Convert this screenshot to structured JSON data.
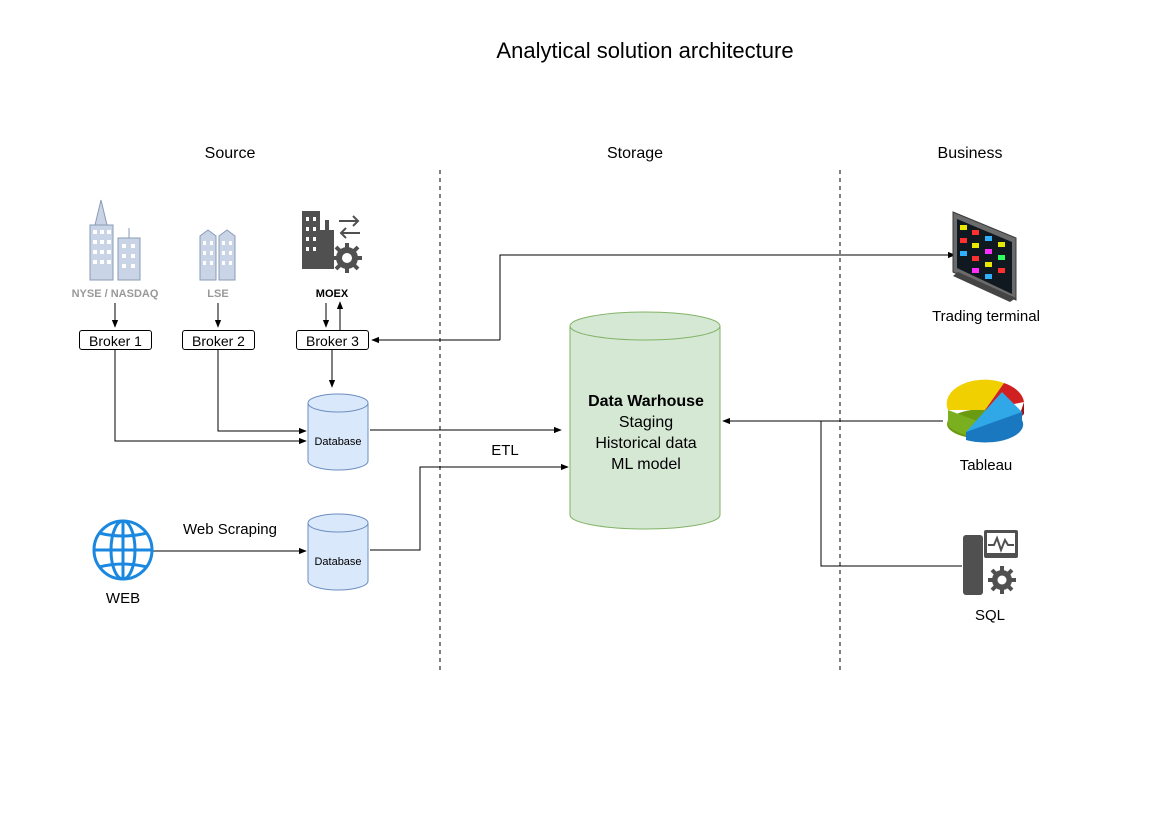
{
  "title": "Analytical solution architecture",
  "sections": {
    "source": "Source",
    "storage": "Storage",
    "business": "Business"
  },
  "exchanges": {
    "nyse": "NYSE / NASDAQ",
    "lse": "LSE",
    "moex": "MOEX"
  },
  "brokers": [
    "Broker 1",
    "Broker 2",
    "Broker 3"
  ],
  "database_label": "Database",
  "web": {
    "label": "WEB",
    "scraping": "Web Scraping"
  },
  "etl": "ETL",
  "warehouse": {
    "title": "Data Warhouse",
    "lines": [
      "Staging",
      "Historical data",
      "ML model"
    ]
  },
  "business": {
    "trading": "Trading terminal",
    "tableau": "Tableau",
    "sql": "SQL"
  },
  "colors": {
    "warehouse_fill": "#d5e8d4",
    "warehouse_stroke": "#82b366",
    "db_fill": "#dae8fc",
    "db_stroke": "#6c8ebf",
    "web_icon": "#1a88e0",
    "exchange_grey": "#999999"
  }
}
